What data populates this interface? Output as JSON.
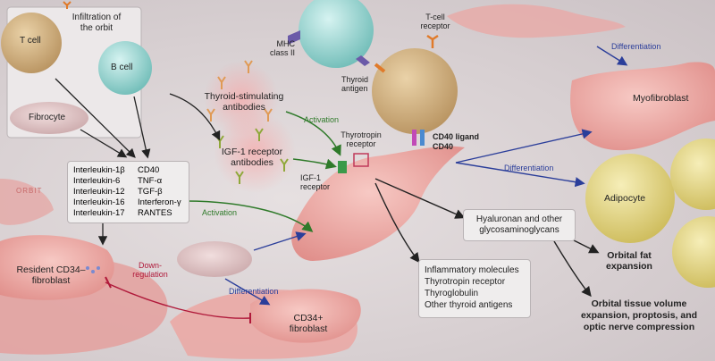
{
  "infiltration": {
    "title_line1": "Infiltration of",
    "title_line2": "the orbit"
  },
  "cells": {
    "t_cell": "T cell",
    "b_cell": "B cell",
    "fibrocyte": "Fibrocyte",
    "myofibroblast": "Myofibroblast",
    "adipocyte": "Adipocyte",
    "resident_line1": "Resident CD34–",
    "resident_line2": "fibroblast",
    "cd34_line1": "CD34+",
    "cd34_line2": "fibroblast"
  },
  "cytokines": {
    "left": [
      "Interleukin-1β",
      "Interleukin-6",
      "Interleukin-12",
      "Interleukin-16",
      "Interleukin-17"
    ],
    "right": [
      "CD40",
      "TNF-α",
      "TGF-β",
      "Interferon-γ",
      "RANTES"
    ]
  },
  "orbit_label": "ORBIT",
  "antibodies": {
    "tsab_line1": "Thyroid-stimulating",
    "tsab_line2": "antibodies",
    "igf_line1": "IGF-1 receptor",
    "igf_line2": "antibodies"
  },
  "receptors": {
    "mhc_line1": "MHC",
    "mhc_line2": "class II",
    "thyroid_antigen_line1": "Thyroid",
    "thyroid_antigen_line2": "antigen",
    "tcr_line1": "T-cell",
    "tcr_line2": "receptor",
    "thyrotropin_line1": "Thyrotropin",
    "thyrotropin_line2": "receptor",
    "cd40_ligand": "CD40 ligand",
    "cd40": "CD40",
    "igf_line1": "IGF-1",
    "igf_line2": "receptor"
  },
  "arrows": {
    "activation_1": "Activation",
    "activation_2": "Activation",
    "differentiation_1": "Differentiation",
    "differentiation_2": "Differentiation",
    "differentiation_3": "Differentiation",
    "down_line1": "Down-",
    "down_line2": "regulation"
  },
  "outputs": {
    "hyaluronan_line1": "Hyaluronan and other",
    "hyaluronan_line2": "glycosaminoglycans",
    "inflammatory": [
      "Inflammatory molecules",
      "Thyrotropin receptor",
      "Thyroglobulin",
      "Other thyroid antigens"
    ],
    "fat_line1": "Orbital fat",
    "fat_line2": "expansion",
    "volume_line1": "Orbital tissue volume",
    "volume_line2": "expansion, proptosis, and",
    "volume_line3": "optic nerve compression"
  },
  "colors": {
    "green_arrow": "#2f7a2a",
    "blue_arrow": "#2b3e9a",
    "red_arrow": "#b0193a",
    "fibroblast": "#f2b3b0",
    "adipocyte": "#e8dd8a",
    "t_cell": "#d7b98a",
    "b_cell": "#9fdcd8"
  }
}
